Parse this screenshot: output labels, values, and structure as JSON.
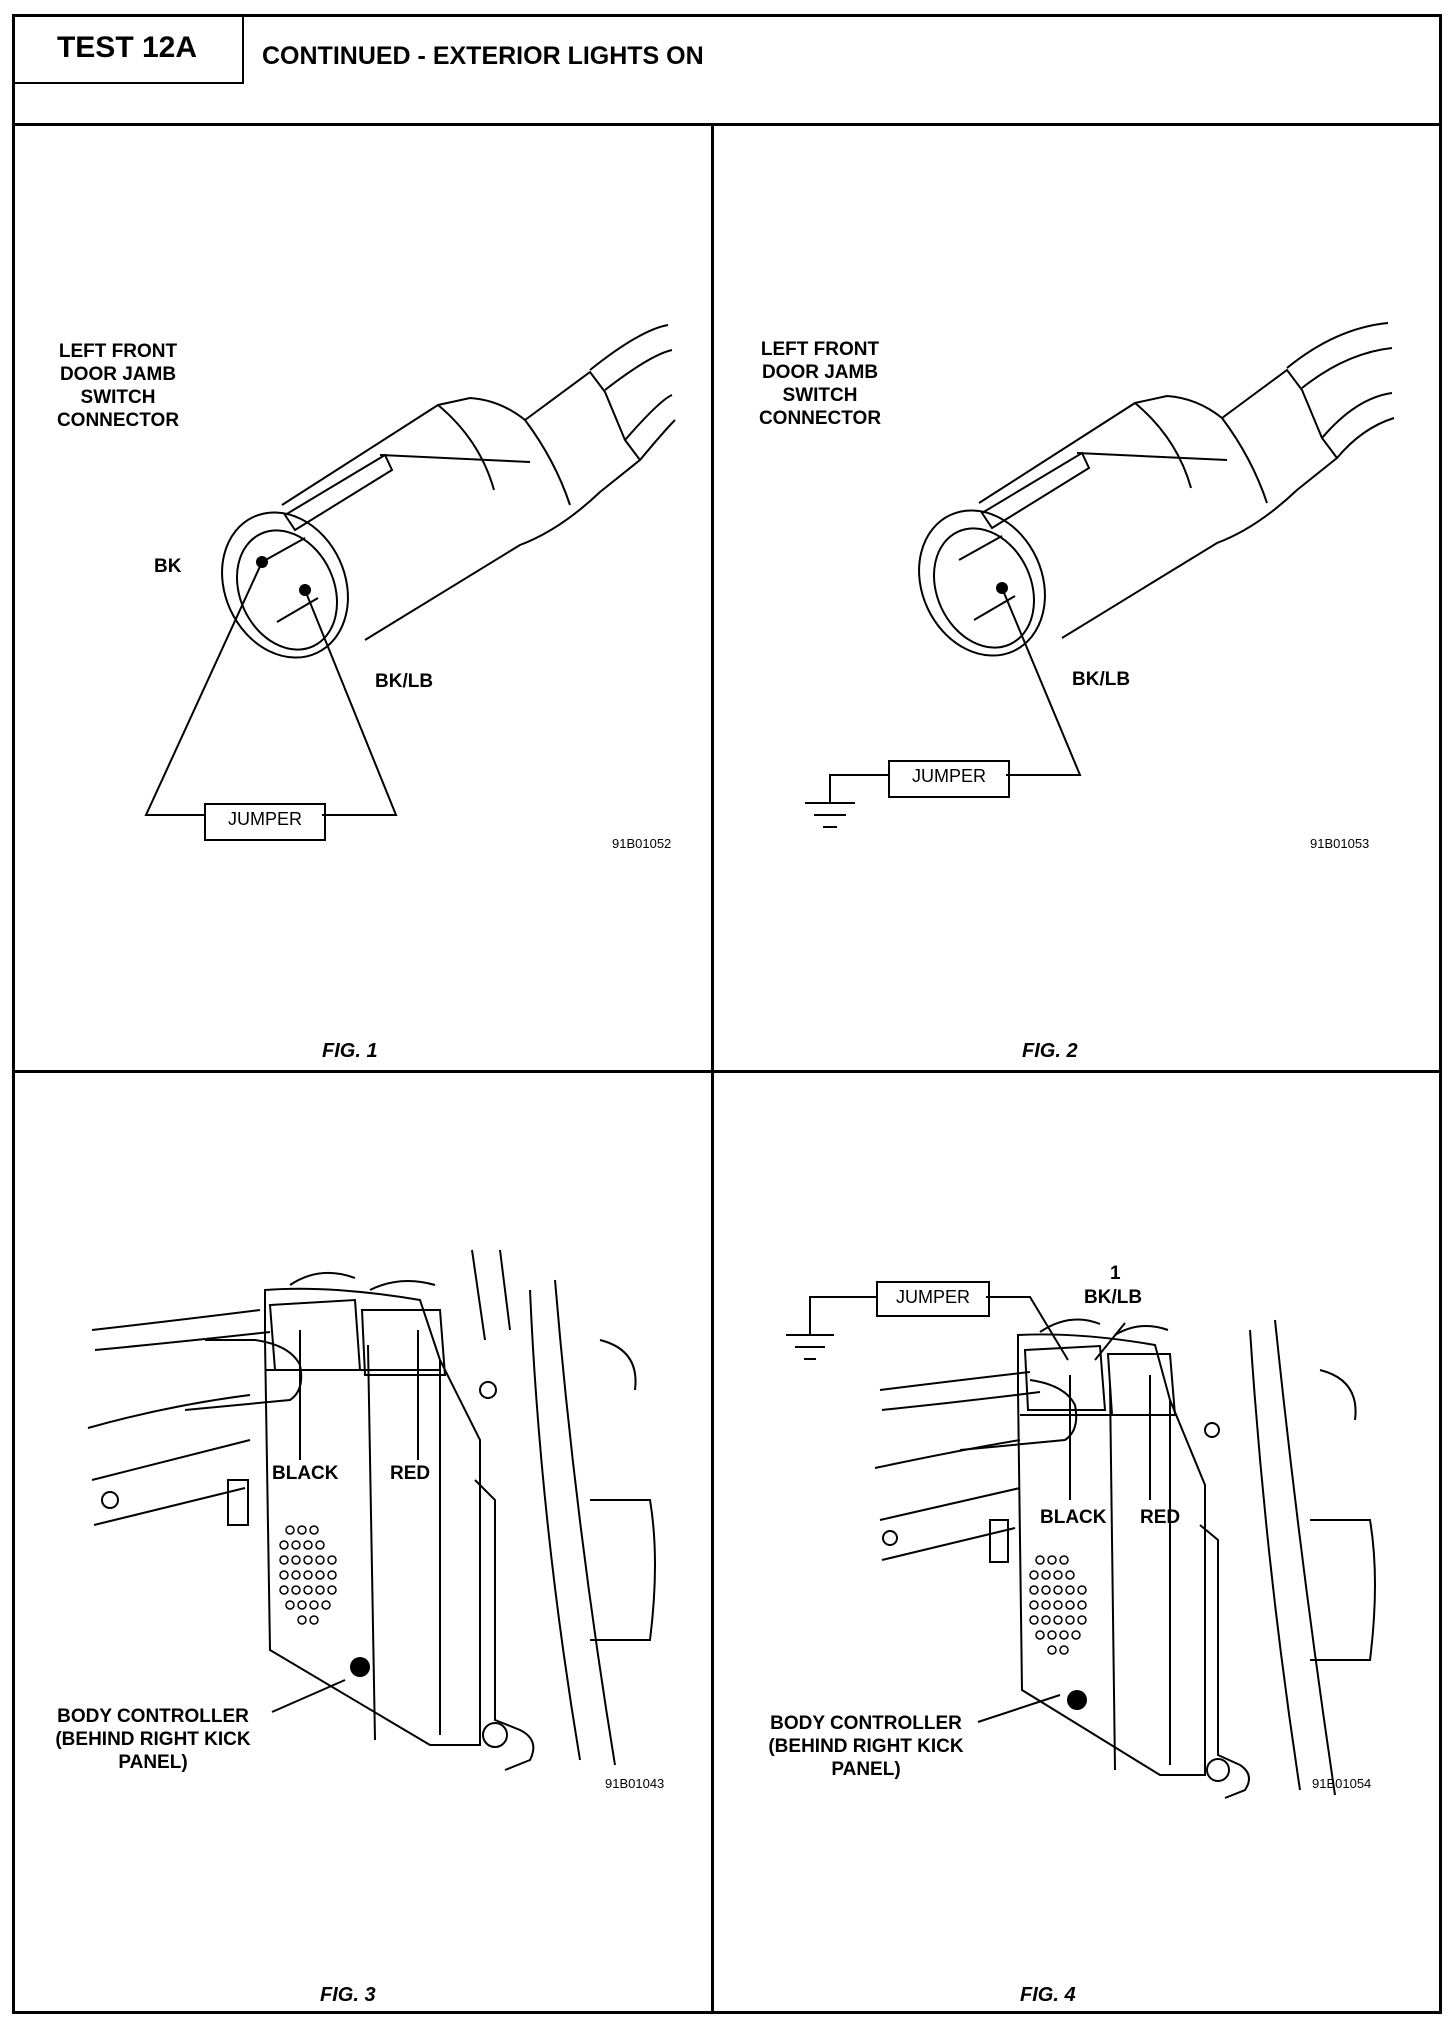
{
  "header": {
    "test_id": "TEST 12A",
    "title": "CONTINUED - EXTERIOR LIGHTS ON"
  },
  "fig1": {
    "connector_label": "LEFT FRONT DOOR JAMB SWITCH CONNECTOR",
    "wire_bk": "BK",
    "wire_bklb": "BK/LB",
    "jumper": "JUMPER",
    "code": "91B01052",
    "caption": "FIG. 1"
  },
  "fig2": {
    "connector_label": "LEFT FRONT DOOR JAMB SWITCH CONNECTOR",
    "wire_bklb": "BK/LB",
    "jumper": "JUMPER",
    "code": "91B01053",
    "caption": "FIG. 2"
  },
  "fig3": {
    "black": "BLACK",
    "red": "RED",
    "body_controller": "BODY CONTROLLER (BEHIND RIGHT KICK PANEL)",
    "code": "91B01043",
    "caption": "FIG. 3"
  },
  "fig4": {
    "jumper": "JUMPER",
    "pin": "1",
    "wire": "BK/LB",
    "black": "BLACK",
    "red": "RED",
    "body_controller": "BODY CONTROLLER (BEHIND RIGHT KICK PANEL)",
    "code": "91B01054",
    "caption": "FIG. 4"
  }
}
